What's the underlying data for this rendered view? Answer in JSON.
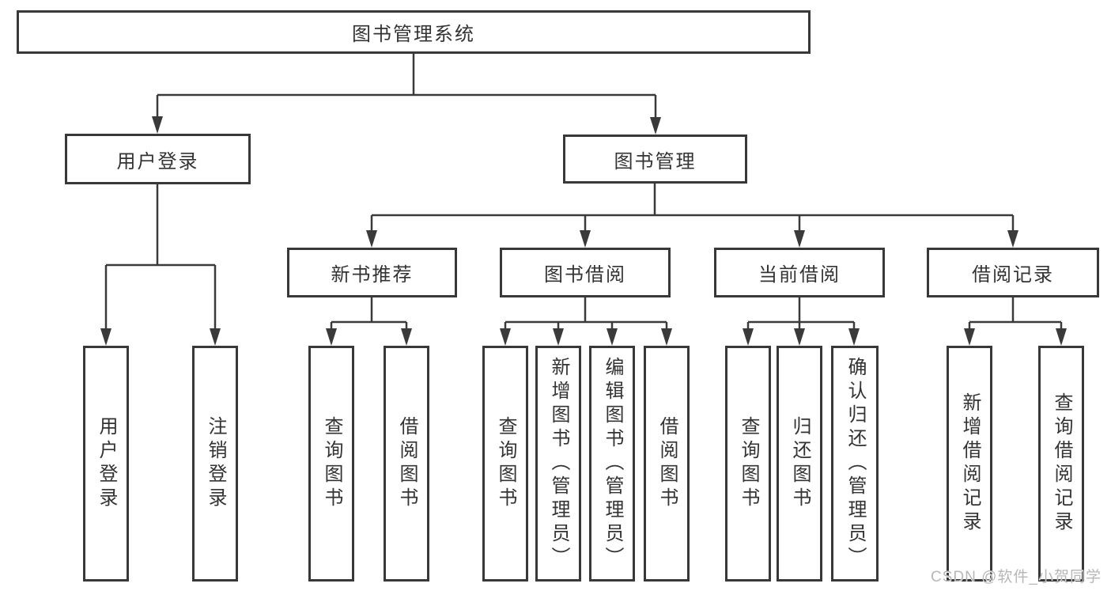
{
  "watermark": "CSDN @软件_小贺同学",
  "colors": {
    "line": "#3a3a3a",
    "box_border": "#383838",
    "text": "#333333",
    "watermark": "#b7b7b7",
    "background": "#ffffff"
  },
  "tree": {
    "label": "图书管理系统",
    "children": [
      {
        "label": "用户登录",
        "children": [
          {
            "label": "用户登录"
          },
          {
            "label": "注销登录"
          }
        ]
      },
      {
        "label": "图书管理",
        "children": [
          {
            "label": "新书推荐",
            "children": [
              {
                "label": "查询图书"
              },
              {
                "label": "借阅图书"
              }
            ]
          },
          {
            "label": "图书借阅",
            "children": [
              {
                "label": "查询图书"
              },
              {
                "label": "新增图书（管理员）"
              },
              {
                "label": "编辑图书（管理员）"
              },
              {
                "label": "借阅图书"
              }
            ]
          },
          {
            "label": "当前借阅",
            "children": [
              {
                "label": "查询图书"
              },
              {
                "label": "归还图书"
              },
              {
                "label": "确认归还（管理员）"
              }
            ]
          },
          {
            "label": "借阅记录",
            "children": [
              {
                "label": "新增借阅记录"
              },
              {
                "label": "查询借阅记录"
              }
            ]
          }
        ]
      }
    ]
  }
}
